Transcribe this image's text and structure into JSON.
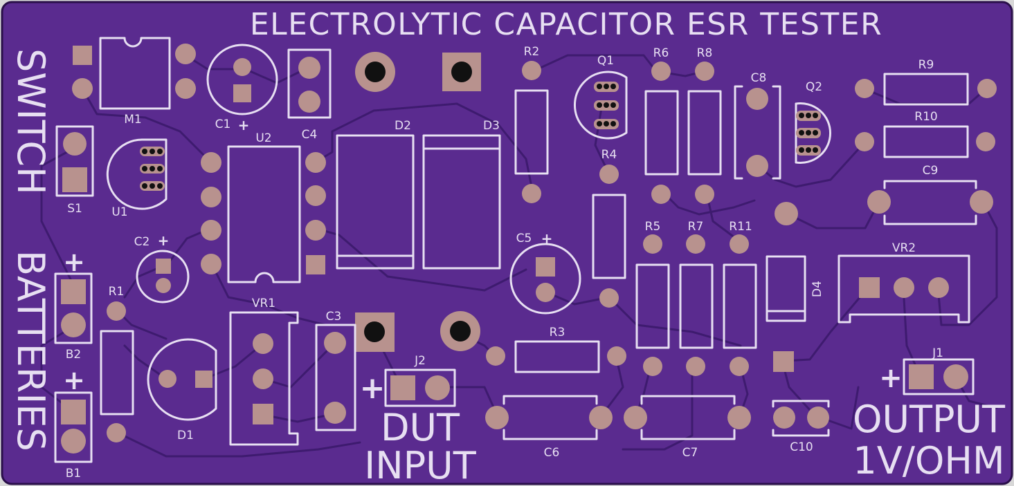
{
  "board": {
    "title": "ELECTROLYTIC CAPACITOR ESR TESTER",
    "colors": {
      "substrate": "#5a2b8f",
      "silkscreen": "#e7dff2",
      "pad": "#b8928e",
      "trace": "#3e1b6f",
      "drill": "#111111"
    }
  },
  "labels": {
    "switch": "SWITCH",
    "batteries": "BATTERIES",
    "dut_input_1": "DUT",
    "dut_input_2": "INPUT",
    "output_1": "OUTPUT",
    "output_2": "1V/OHM",
    "plus": "+"
  },
  "refs": {
    "M1": "M1",
    "C1": "C1",
    "C4": "C4",
    "U2": "U2",
    "D2": "D2",
    "D3": "D3",
    "R2": "R2",
    "Q1": "Q1",
    "R6": "R6",
    "R8": "R8",
    "C8": "C8",
    "Q2": "Q2",
    "R9": "R9",
    "R10": "R10",
    "C9": "C9",
    "R4": "R4",
    "S1": "S1",
    "U1": "U1",
    "C2": "C2",
    "C5": "C5",
    "R5": "R5",
    "R7": "R7",
    "R11": "R11",
    "D4": "D4",
    "VR2": "VR2",
    "B2": "B2",
    "R1": "R1",
    "VR1": "VR1",
    "C3": "C3",
    "R3": "R3",
    "J2": "J2",
    "J1": "J1",
    "D1": "D1",
    "C6": "C6",
    "C7": "C7",
    "C10": "C10",
    "B1": "B1"
  }
}
